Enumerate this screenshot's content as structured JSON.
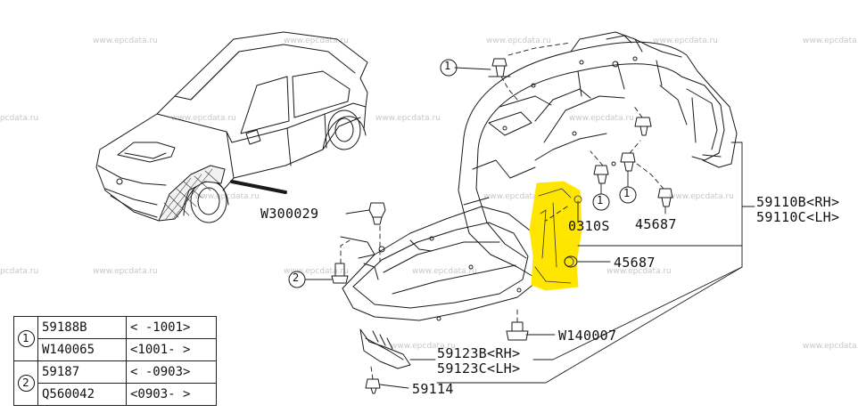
{
  "watermarks": [
    "www.epcdata.ru",
    "www.epcdata.ru",
    "www.epcdata.ru",
    "www.epcdata.ru",
    "www.epcdata.ru",
    "pcdata.ru",
    "www.epcdata.ru",
    "www.epcdata.ru",
    "www.epcdata.ru",
    "www.epcdata.ru",
    "www.epcdata.ru",
    "www.epcdata.ru",
    "pcdata.ru",
    "www.epcdata.ru",
    "www.epcdata.ru",
    "www.epcdata.ru",
    "www.epcdata.ru",
    "www.epcdata.ru",
    "www.epcdata.ru"
  ],
  "callouts": {
    "c1_top": "1",
    "c1_a": "1",
    "c1_b": "1",
    "c2": "2"
  },
  "labels": {
    "w300029": "W300029",
    "p0310s": "0310S",
    "p45687_upper": "45687",
    "p45687_lower": "45687",
    "p59110b": "59110B<RH>",
    "p59110c": "59110C<LH>",
    "w140007": "W140007",
    "p59123b": "59123B<RH>",
    "p59123c": "59123C<LH>",
    "p59114": "59114"
  },
  "ref_table": {
    "rows": [
      {
        "num": "1",
        "part": "59188B",
        "range": "<   -1001>"
      },
      {
        "num": "",
        "part": "W140065",
        "range": "<1001-   >"
      },
      {
        "num": "2",
        "part": "59187",
        "range": "<   -0903>"
      },
      {
        "num": "",
        "part": "Q560042",
        "range": "<0903-   >"
      }
    ]
  },
  "colors": {
    "line": "#1a1a1a",
    "highlight": "#ffe600",
    "watermark": "#c8c8c8"
  }
}
